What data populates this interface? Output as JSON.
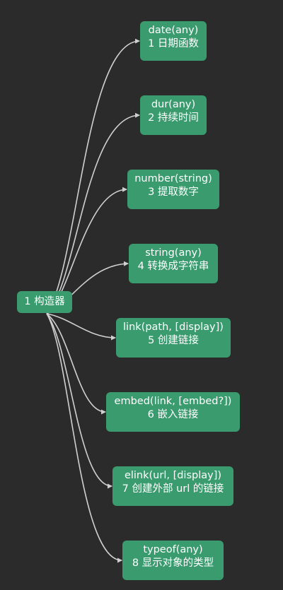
{
  "root": {
    "label": "1 构造器"
  },
  "children": [
    {
      "signature": "date(any)",
      "description": "1 日期函数"
    },
    {
      "signature": "dur(any)",
      "description": "2 持续时间"
    },
    {
      "signature": "number(string)",
      "description": "3 提取数字"
    },
    {
      "signature": "string(any)",
      "description": "4 转换成字符串"
    },
    {
      "signature": "link(path, [display])",
      "description": "5 创建链接"
    },
    {
      "signature": "embed(link, [embed?])",
      "description": "6 嵌入链接"
    },
    {
      "signature": "elink(url, [display])",
      "description": "7 创建外部 url 的链接"
    },
    {
      "signature": "typeof(any)",
      "description": "8 显示对象的类型"
    }
  ],
  "colors": {
    "background": "#2b2b2b",
    "node": "#3a9b6e",
    "edge": "#d0d0d0",
    "text": "#ffffff"
  }
}
